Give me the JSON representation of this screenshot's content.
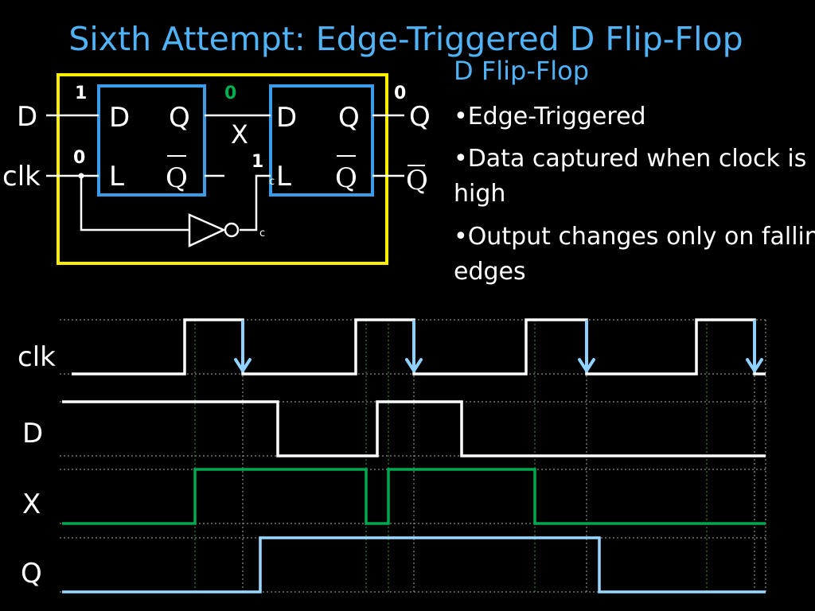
{
  "title": "Sixth Attempt: Edge-Triggered D Flip-Flop",
  "colors": {
    "title": "#4fb3f6",
    "latch_box": "#3b9de8",
    "outer_box": "#ffee00",
    "green_value": "#00b050",
    "wire": "#ffffff",
    "clk_arrow": "#8fd2ff",
    "wave_green": "#00a84f",
    "wave_blue": "#9ad7ff",
    "grid_white": "#8a8a8a",
    "grid_green": "#2a8a3a"
  },
  "circuit": {
    "input_d": "D",
    "input_clk": "clk",
    "output_q": "Q",
    "output_qbar": "Q",
    "node_x": "X",
    "latch1": {
      "d": "D",
      "q": "Q",
      "l": "L",
      "qbar": "Q"
    },
    "latch2": {
      "d": "D",
      "q": "Q",
      "l": "L",
      "qbar": "Q"
    },
    "values": {
      "d_in": "1",
      "clk_in": "0",
      "x": "0",
      "clk_inv": "1",
      "q_out": "0"
    },
    "c_label_top": "c",
    "c_label_bottom": "c",
    "inverter_icon": "not-gate-icon"
  },
  "side_panel": {
    "heading": "D Flip-Flop",
    "bullets": [
      "•Edge-Triggered",
      "•Data captured when clock is high",
      "•Output changes only on falling edges"
    ]
  },
  "timing": {
    "signals": [
      "clk",
      "D",
      "X",
      "Q"
    ],
    "falling_edge_icon": "down-arrow-icon"
  }
}
